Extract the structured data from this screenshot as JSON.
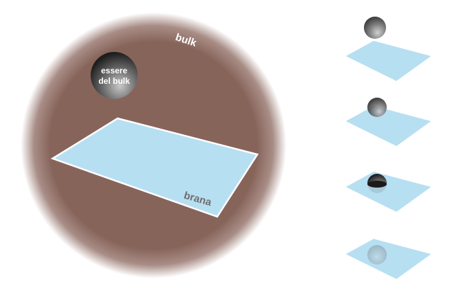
{
  "labels": {
    "bulk": "bulk",
    "being_line1": "essere",
    "being_line2": "del bulk",
    "brane": "brana"
  },
  "colors": {
    "bulk": "#87645a",
    "brane": "#b7dff2",
    "brane_label": "#6e6e6e"
  }
}
